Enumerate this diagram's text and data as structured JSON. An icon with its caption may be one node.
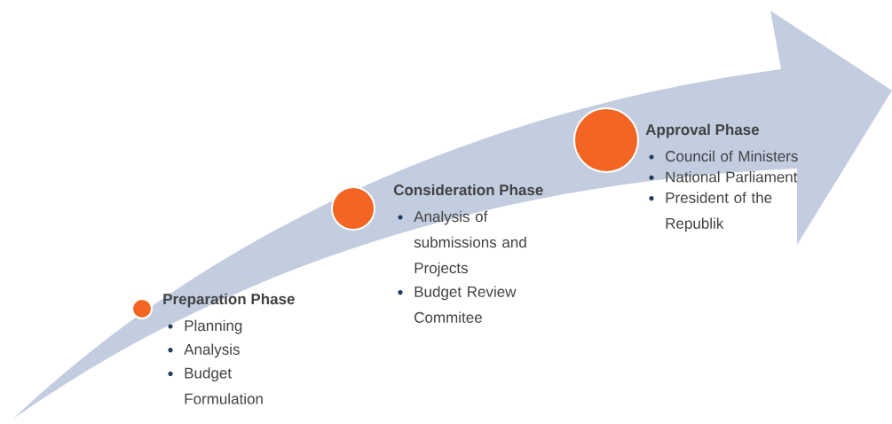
{
  "diagram": {
    "nodes": [
      {
        "text": [],
        "shape": "circle",
        "beside": [
          "Preparation Phase",
          "Planning",
          "Analysis",
          "Budget Formulation"
        ]
      },
      {
        "text": [],
        "shape": "circle",
        "beside": [
          "Consideration Phase",
          "Analysis of submissions and Projects",
          "Budget Review Commitee"
        ]
      },
      {
        "text": [],
        "shape": "circle",
        "beside": [
          "Approval Phase",
          "Council of Ministers",
          "National Parliament",
          "President of the Republik"
        ]
      }
    ]
  }
}
